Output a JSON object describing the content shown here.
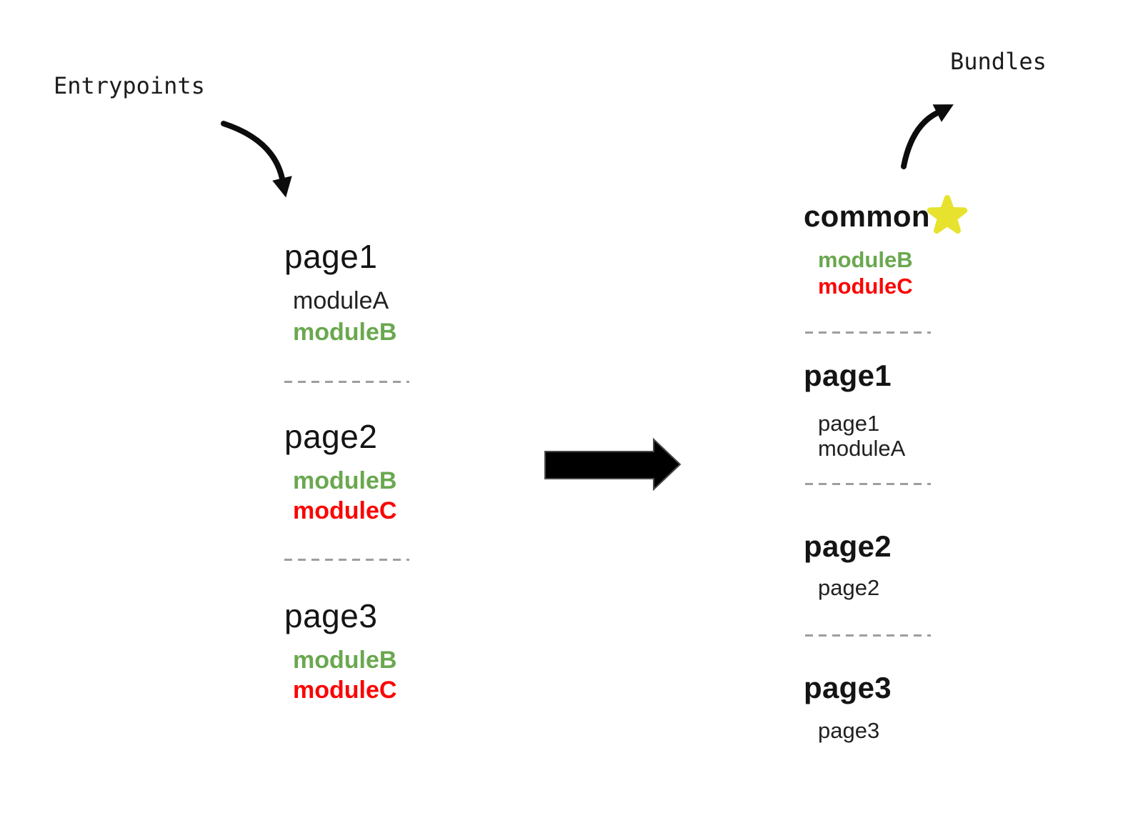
{
  "diagram": {
    "left_label": "Entrypoints",
    "right_label": "Bundles",
    "entrypoints": {
      "sections": [
        {
          "title": "page1",
          "modules": [
            {
              "label": "moduleA",
              "tone": "plain"
            },
            {
              "label": "moduleB",
              "tone": "green"
            }
          ]
        },
        {
          "title": "page2",
          "modules": [
            {
              "label": "moduleB",
              "tone": "green"
            },
            {
              "label": "moduleC",
              "tone": "red"
            }
          ]
        },
        {
          "title": "page3",
          "modules": [
            {
              "label": "moduleB",
              "tone": "green"
            },
            {
              "label": "moduleC",
              "tone": "red"
            }
          ]
        }
      ]
    },
    "bundles": {
      "sections": [
        {
          "title": "common",
          "starred": true,
          "modules": [
            {
              "label": "moduleB",
              "tone": "green"
            },
            {
              "label": "moduleC",
              "tone": "red"
            }
          ]
        },
        {
          "title": "page1",
          "starred": false,
          "modules": [
            {
              "label": "page1",
              "tone": "plain"
            },
            {
              "label": "moduleA",
              "tone": "plain"
            }
          ]
        },
        {
          "title": "page2",
          "starred": false,
          "modules": [
            {
              "label": "page2",
              "tone": "plain"
            }
          ]
        },
        {
          "title": "page3",
          "starred": false,
          "modules": [
            {
              "label": "page3",
              "tone": "plain"
            }
          ]
        }
      ]
    }
  },
  "icons": {
    "star": "star-icon",
    "entry_arrow": "curved-arrow-down-icon",
    "bundle_arrow": "curved-arrow-up-icon",
    "transform_arrow": "block-arrow-right-icon"
  },
  "colors": {
    "module_green": "#6aa84f",
    "module_red": "#fb0505",
    "star_yellow": "#e7e22e",
    "text_dark": "#141414",
    "divider_gray": "#9e9e9e",
    "arrow_black": "#000000"
  }
}
